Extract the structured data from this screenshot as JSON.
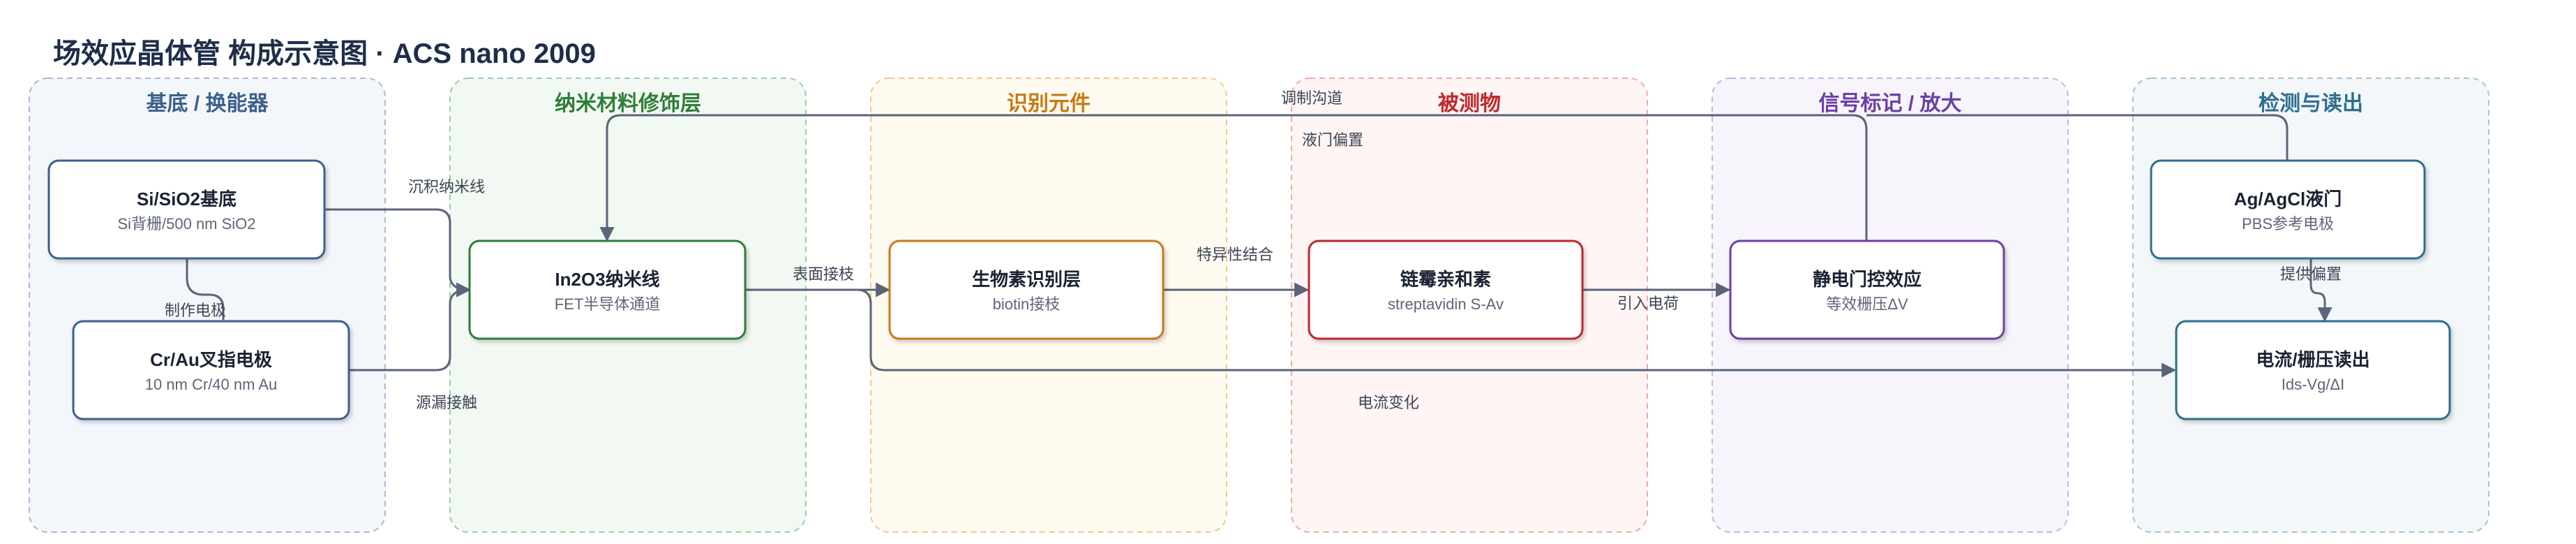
{
  "diagram": {
    "title": "场效应晶体管 构成示意图 · ACS nano 2009",
    "lanes": [
      {
        "id": "substrate",
        "title": "基底 / 换能器",
        "color": "#3e5f8c",
        "fill": "#f3f6fb",
        "stroke": "#aab8cf"
      },
      {
        "id": "nano",
        "title": "纳米材料修饰层",
        "color": "#2e7d3a",
        "fill": "#f2f9f2",
        "stroke": "#9fcca6"
      },
      {
        "id": "recog",
        "title": "识别元件",
        "color": "#c67a13",
        "fill": "#fffaf0",
        "stroke": "#f0c987"
      },
      {
        "id": "analyte",
        "title": "被测物",
        "color": "#c0282d",
        "fill": "#fff5f4",
        "stroke": "#efaaa6"
      },
      {
        "id": "signal",
        "title": "信号标记 / 放大",
        "color": "#6a3fa5",
        "fill": "#f7f4fc",
        "stroke": "#c6b3e3"
      },
      {
        "id": "detect",
        "title": "检测与读出",
        "color": "#2f6e8e",
        "fill": "#f3f7fa",
        "stroke": "#a9c3d2"
      }
    ],
    "nodes": [
      {
        "id": "si",
        "title": "Si/SiO2基底",
        "subtitle": "Si背栅/500 nm SiO2",
        "stroke": "#3e5f8c"
      },
      {
        "id": "crau",
        "title": "Cr/Au叉指电极",
        "subtitle": "10 nm Cr/40 nm Au",
        "stroke": "#3e5f8c"
      },
      {
        "id": "in2o3",
        "title": "In2O3纳米线",
        "subtitle": "FET半导体通道",
        "stroke": "#2e7d3a"
      },
      {
        "id": "biotin",
        "title": "生物素识别层",
        "subtitle": "biotin接枝",
        "stroke": "#c67a13"
      },
      {
        "id": "sa",
        "title": "链霉亲和素",
        "subtitle": "streptavidin S-Av",
        "stroke": "#c0282d"
      },
      {
        "id": "gating",
        "title": "静电门控效应",
        "subtitle": "等效栅压ΔV",
        "stroke": "#6a3fa5"
      },
      {
        "id": "agcl",
        "title": "Ag/AgCl液门",
        "subtitle": "PBS参考电极",
        "stroke": "#2f6e8e"
      },
      {
        "id": "readout",
        "title": "电流/栅压读出",
        "subtitle": "Ids-Vg/ΔI",
        "stroke": "#2f6e8e"
      }
    ],
    "edges": [
      {
        "id": "si-crau",
        "label": "制作电极"
      },
      {
        "id": "si-in2o3",
        "label": "沉积纳米线"
      },
      {
        "id": "crau-in2o3",
        "label": "源漏接触"
      },
      {
        "id": "in2o3-biotin",
        "label": "表面接枝"
      },
      {
        "id": "in2o3-readout",
        "label": "电流变化"
      },
      {
        "id": "biotin-sa",
        "label": "特异性结合"
      },
      {
        "id": "sa-gating",
        "label": "引入电荷"
      },
      {
        "id": "gating-in2o3",
        "label": "调制沟道"
      },
      {
        "id": "agcl-in2o3",
        "label": "液门偏置"
      },
      {
        "id": "agcl-readout",
        "label": "提供偏置"
      }
    ]
  }
}
